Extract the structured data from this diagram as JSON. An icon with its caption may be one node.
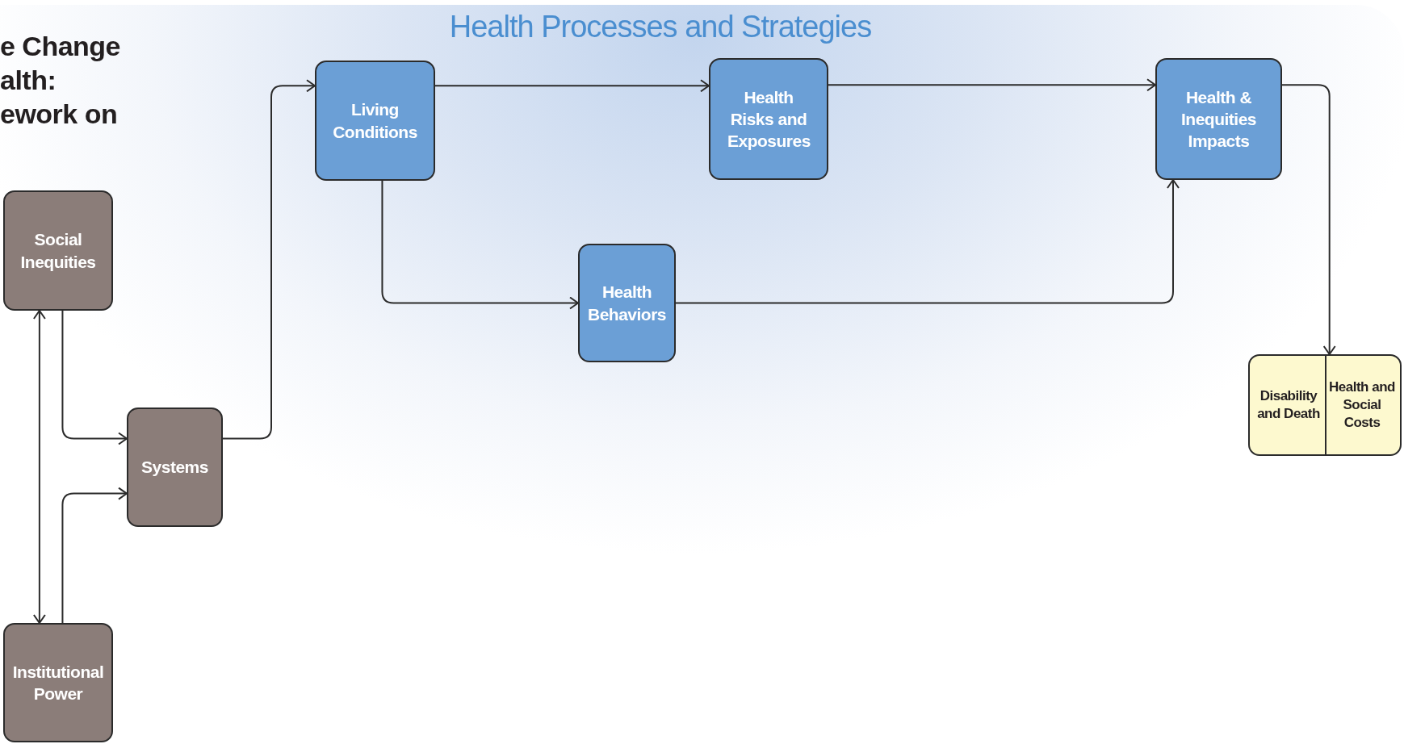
{
  "diagram": {
    "title": "Health Processes and Strategies",
    "nodes": [
      {
        "text": [
          "Social Inequities"
        ]
      },
      {
        "text": [
          "Institutional Power"
        ]
      },
      {
        "text": [
          "Systems"
        ]
      },
      {
        "text": [
          "Living Conditions"
        ]
      },
      {
        "text": [
          "Health Risks and Exposures"
        ]
      },
      {
        "text": [
          "Health Behaviors"
        ]
      },
      {
        "text": [
          "Health & Inequities Impacts"
        ]
      },
      {
        "text": [
          "Disability and Death",
          "Health and Social Costs"
        ]
      }
    ],
    "edges": [
      {
        "from": 0,
        "to": 1,
        "arrow": "both"
      },
      {
        "from": 0,
        "to": 2,
        "arrow": "to"
      },
      {
        "from": 1,
        "to": 2,
        "arrow": "to"
      },
      {
        "from": 2,
        "to": 3,
        "arrow": "to"
      },
      {
        "from": 3,
        "to": 4,
        "arrow": "to"
      },
      {
        "from": 3,
        "to": 5,
        "arrow": "to"
      },
      {
        "from": 4,
        "to": 6,
        "arrow": "to"
      },
      {
        "from": 5,
        "to": 6,
        "arrow": "to"
      },
      {
        "from": 6,
        "to": 7,
        "arrow": "to"
      }
    ],
    "labels": [
      "e Change alth: ework on"
    ]
  }
}
